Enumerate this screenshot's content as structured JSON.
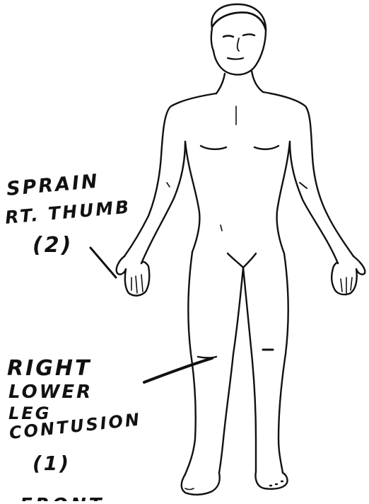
{
  "annotations": {
    "thumb": {
      "line1": "SPRAIN",
      "line2": "RT. THUMB",
      "number": "(2)"
    },
    "leg": {
      "line1": "RIGHT",
      "line2": "LOWER",
      "line3": "LEG",
      "line4": "CONTUSION",
      "number": "(1)"
    },
    "bottom_partial": "FRONT"
  },
  "colors": {
    "ink": "#111111",
    "paper": "#ffffff"
  }
}
